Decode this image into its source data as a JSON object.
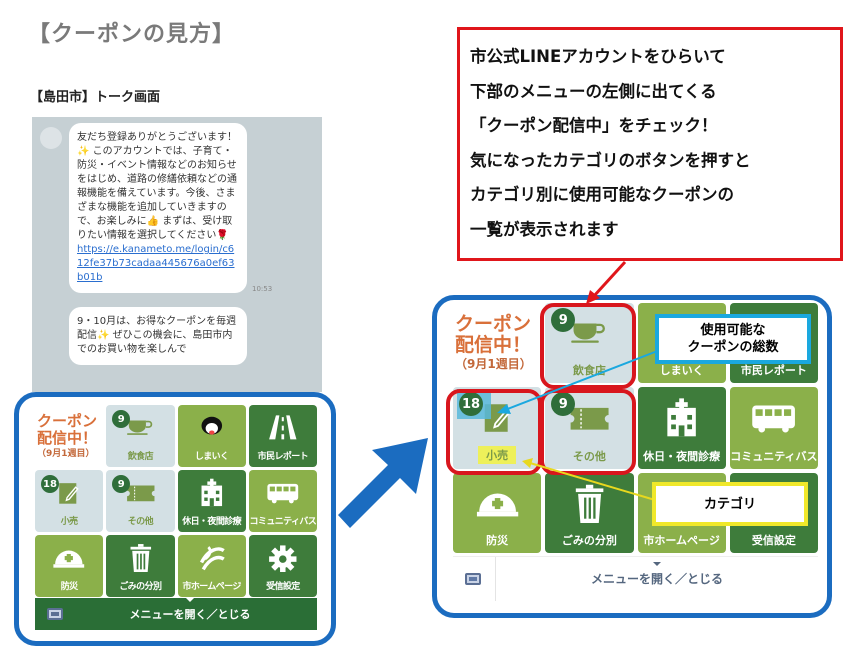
{
  "title": "【クーポンの見方】",
  "subtitle": "【島田市】トーク画面",
  "chat": {
    "message1": "友だち登録ありがとうございます！✨ このアカウントでは、子育て・防災・イベント情報などのお知らせをはじめ、道路の修繕依頼などの通報機能を備えています。今後、さまざまな機能を追加していきますので、お楽しみに👍 まずは、受け取りたい情報を選択してください🌹",
    "link": "https://e.kanameto.me/login/c612fe37b73cadaa445676a0ef63b01b",
    "time": "10:53",
    "message2": "9・10月は、お得なクーポンを毎週配信✨ ぜひこの機会に、島田市内でのお買い物を楽しんで"
  },
  "menu": {
    "header_line1": "クーポン",
    "header_line2": "配信中！",
    "header_week": "（9月1週目）",
    "cells": [
      {
        "label": "飲食店",
        "badge": "9",
        "icon": "cup-icon",
        "style": "coupon"
      },
      {
        "label": "しまいく",
        "icon": "mascot-dog-icon",
        "style": "lg"
      },
      {
        "label": "市民レポート",
        "icon": "road-icon",
        "style": "dg"
      },
      {
        "label": "小売",
        "badge": "18",
        "icon": "notepad-pencil-icon",
        "style": "coupon"
      },
      {
        "label": "その他",
        "badge": "9",
        "icon": "ticket-icon",
        "style": "coupon"
      },
      {
        "label": "休日・夜間診療",
        "icon": "hospital-icon",
        "style": "dg"
      },
      {
        "label": "コミュニティバス",
        "icon": "bus-icon",
        "style": "lg"
      },
      {
        "label": "防災",
        "icon": "helmet-icon",
        "style": "lg"
      },
      {
        "label": "ごみの分別",
        "icon": "trash-icon",
        "style": "dg"
      },
      {
        "label": "市ホームページ",
        "icon": "city-logo-icon",
        "style": "lg"
      },
      {
        "label": "受信設定",
        "icon": "gear-icon",
        "style": "dg"
      }
    ],
    "toggle_label": "メニューを開く／とじる"
  },
  "instructions": [
    "市公式LINEアカウントをひらいて",
    "下部のメニューの左側に出てくる",
    "「クーポン配信中」をチェック！",
    "気になったカテゴリのボタンを押すと",
    "カテゴリ別に使用可能なクーポンの",
    "一覧が表示されます"
  ],
  "callouts": {
    "count": [
      "使用可能な",
      "クーポンの総数"
    ],
    "category": "カテゴリ"
  },
  "colors": {
    "frame": "#1b6cc0",
    "red": "#e0161b",
    "light_green": "#8bb04a",
    "dark_green": "#3e7c3b",
    "coupon_cell": "#d3e0e4"
  }
}
